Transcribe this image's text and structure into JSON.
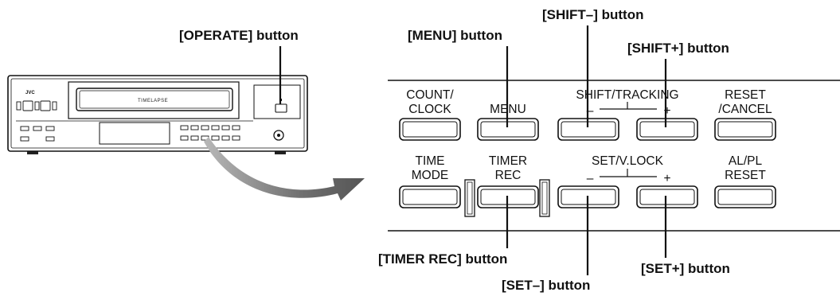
{
  "callouts": {
    "operate": "[OPERATE] button",
    "menu": "[MENU] button",
    "shift_minus": "[SHIFT–] button",
    "shift_plus": "[SHIFT+] button",
    "timer_rec": "[TIMER REC] button",
    "set_minus": "[SET–] button",
    "set_plus": "[SET+] button"
  },
  "vcr": {
    "brand": "JVC",
    "cassette_logo": "TIMELAPSE"
  },
  "panel": {
    "count_clock_1": "COUNT/",
    "count_clock_2": "CLOCK",
    "menu": "MENU",
    "shift_tracking": "SHIFT/TRACKING",
    "shift_minus_sign": "–",
    "shift_plus_sign": "+",
    "reset_cancel_1": "RESET",
    "reset_cancel_2": "/CANCEL",
    "time_mode_1": "TIME",
    "time_mode_2": "MODE",
    "timer_rec_1": "TIMER",
    "timer_rec_2": "REC",
    "set_vlock": "SET/V.LOCK",
    "set_minus_sign": "–",
    "set_plus_sign": "+",
    "al_pl_reset_1": "AL/PL",
    "al_pl_reset_2": "RESET"
  }
}
